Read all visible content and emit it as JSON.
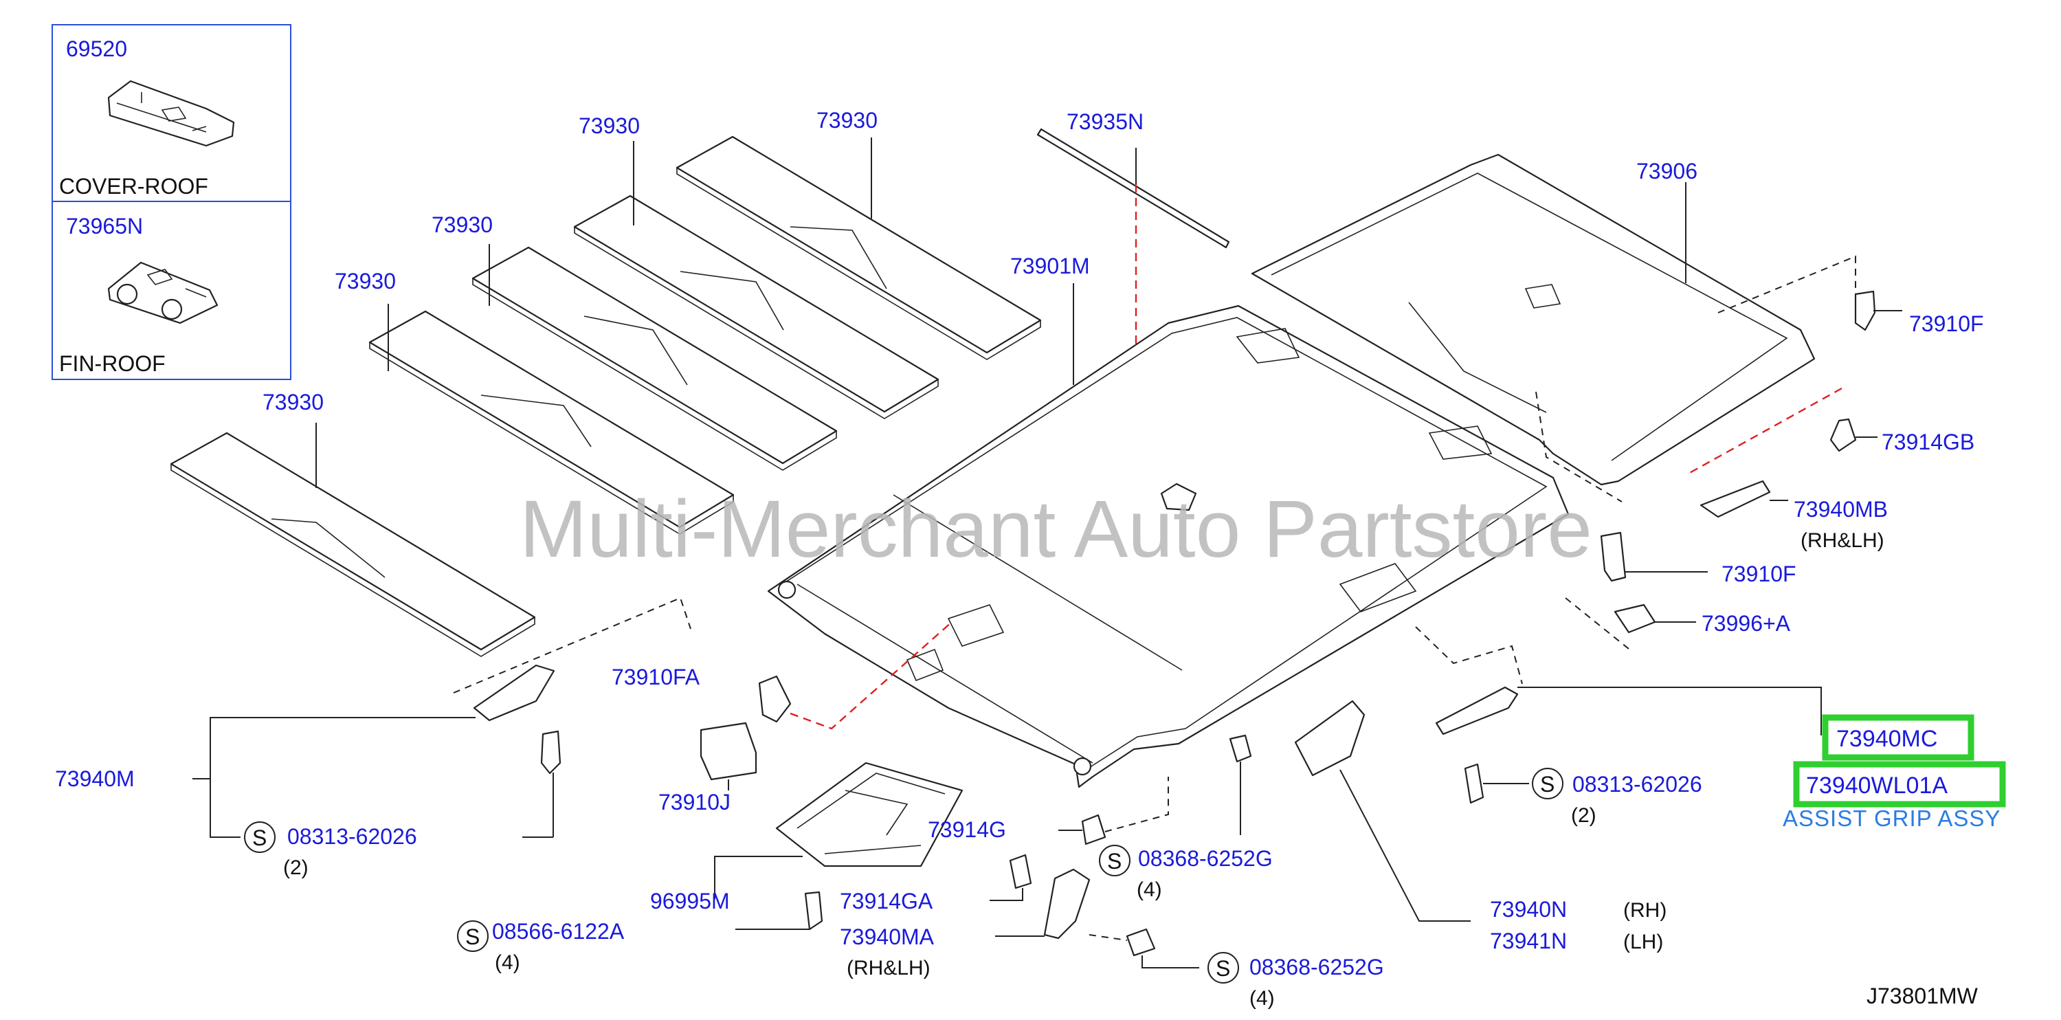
{
  "watermark": "Multi-Merchant Auto Partstore",
  "drawing_code": "J73801MW",
  "inset": {
    "top": {
      "part_no": "69520",
      "name": "COVER-ROOF"
    },
    "bottom": {
      "part_no": "73965N",
      "name": "FIN-ROOF"
    }
  },
  "screw_symbol": "S",
  "labels": {
    "p73930_a": "73930",
    "p73930_b": "73930",
    "p73930_c": "73930",
    "p73930_d": "73930",
    "p73930_e": "73930",
    "p73935N": "73935N",
    "p73901M": "73901M",
    "p73906": "73906",
    "p73910F_a": "73910F",
    "p73914GB": "73914GB",
    "p73940MB": "73940MB",
    "p73940MB_note": "(RH&LH)",
    "p73910F_b": "73910F",
    "p73996A": "73996+A",
    "p73910FA": "73910FA",
    "p73910J": "73910J",
    "p73940M": "73940M",
    "p08313_left": "08313-62026",
    "p08313_left_qty": "(2)",
    "p96995M": "96995M",
    "p73914G": "73914G",
    "p73914GA": "73914GA",
    "p73940MA": "73940MA",
    "p73940MA_note": "(RH&LH)",
    "p08566": "08566-6122A",
    "p08566_qty": "(4)",
    "p08368_a": "08368-6252G",
    "p08368_a_qty": "(4)",
    "p08368_b": "08368-6252G",
    "p08368_b_qty": "(4)",
    "p73940N": "73940N",
    "p73940N_side": "(RH)",
    "p73941N": "73941N",
    "p73941N_side": "(LH)",
    "p08313_right": "08313-62026",
    "p08313_right_qty": "(2)"
  },
  "highlighted": {
    "part_a": "73940MC",
    "part_b": "73940WL01A",
    "description": "ASSIST GRIP ASSY",
    "highlight_color": "#2fcf2f"
  }
}
